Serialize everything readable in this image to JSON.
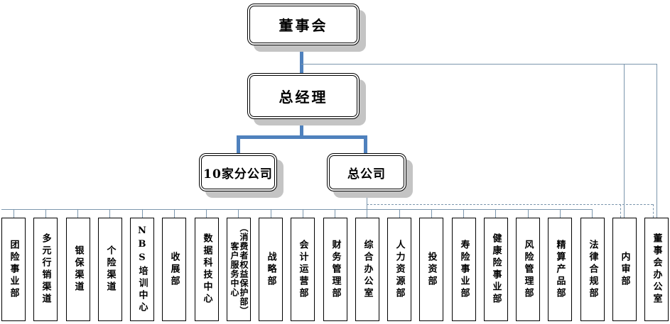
{
  "org": {
    "root": {
      "label": "董事会"
    },
    "general_manager": {
      "label": "总经理"
    },
    "branches": {
      "label": "10家分公司"
    },
    "headquarters": {
      "label": "总公司"
    },
    "departments": [
      {
        "label": "团险事业部"
      },
      {
        "label": "多元行销渠道"
      },
      {
        "label": "银保渠道"
      },
      {
        "label": "个险渠道"
      },
      {
        "label": "NBS培训中心"
      },
      {
        "label": "收展部"
      },
      {
        "label": "数据科技中心"
      },
      {
        "label": "客户服务中心（消费者权益保护部）",
        "columns": [
          "客户服务中心",
          "（消费者权益保护部）"
        ]
      },
      {
        "label": "战略部"
      },
      {
        "label": "会计运营部"
      },
      {
        "label": "财务管理部"
      },
      {
        "label": "综合办公室"
      },
      {
        "label": "人力资源部"
      },
      {
        "label": "投资部"
      },
      {
        "label": "寿险事业部"
      },
      {
        "label": "健康险事业部"
      },
      {
        "label": "风险管理部"
      },
      {
        "label": "精算产品部"
      },
      {
        "label": "法律合规部"
      },
      {
        "label": "内审部",
        "dual_reporting": true
      },
      {
        "label": "董事会办公室",
        "dual_reporting": true
      }
    ],
    "colors": {
      "connector_thick": "#4f81bd",
      "connector_thin": "#7b96ad",
      "connector_dashed": "#7b96ad",
      "box_border": "#000000",
      "box_shadow": "#c4c4c4",
      "text": "#000000",
      "background": "#ffffff"
    }
  }
}
